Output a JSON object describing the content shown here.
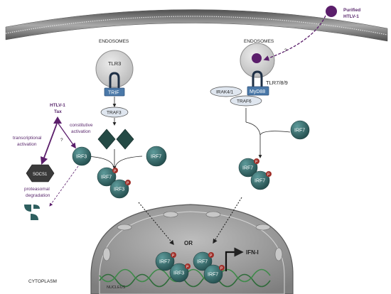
{
  "labels": {
    "endosomes_left": "ENDOSOMES",
    "endosomes_right": "ENDOSOMES",
    "purified_line1": "Purified",
    "purified_line2": "HTLV-1",
    "question": "?",
    "tlr3": "TLR3",
    "trif": "TRIF",
    "traf3": "TRAF3",
    "tlr789": "TLR7/8/9",
    "irak41": "IRAK4/1",
    "myd88": "MyD88",
    "traf6": "TRAF6",
    "htlv_tax_line1": "HTLV-1",
    "htlv_tax_line2": "Tax",
    "transcriptional_line1": "transcriptional",
    "transcriptional_line2": "activation",
    "constitutive_line1": "constitutive",
    "constitutive_line2": "activation",
    "socs1": "SOCS1",
    "proteasomal_line1": "proteasomal",
    "proteasomal_line2": "degradation",
    "irf3": "IRF3",
    "irf7": "IRF7",
    "phospho": "P",
    "or": "OR",
    "ifn": "IFN-I",
    "cytoplasm": "CYTOPLASM",
    "nucleus": "NUCLEUS"
  },
  "colors": {
    "membrane": "#7a7a7a",
    "endosome": "#c9c9c9",
    "irf_teal": "#2e5f5f",
    "irf_light": "#3f7f80",
    "phospho_red": "#a0302a",
    "htlv_purple": "#5b1e6b",
    "trif_blue": "#4a78a8",
    "nucleus_gray": "#8f8f8f",
    "dna_green": "#2f6b3a"
  }
}
